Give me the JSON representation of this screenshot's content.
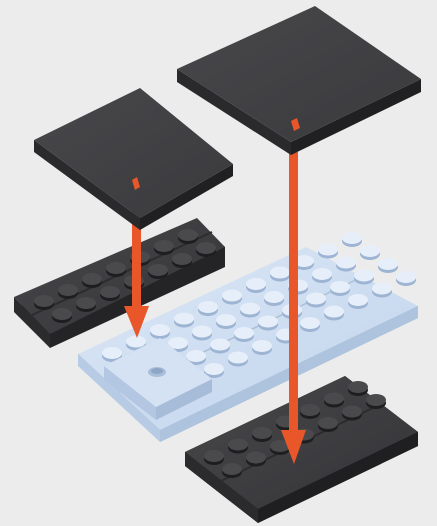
{
  "scene": {
    "background_color": "#ececec",
    "dark_plate_color": "#3b3b3e",
    "light_plate_color": "#c7d8ee",
    "tile_color": "#3d3d40",
    "arrow_color": "#e8562a",
    "marker_color": "#e8562a"
  },
  "parts": {
    "left_plate": "dark-brick-plate",
    "right_plate": "dark-brick-plate",
    "center_plate": "light-blue-brick-plate",
    "center_jumper": "jumper-plate",
    "small_tile": "dark-tile",
    "large_tile": "dark-tile"
  },
  "arrows": [
    {
      "from": "small_tile",
      "to": "center_plate"
    },
    {
      "from": "large_tile",
      "to": "right_plate"
    }
  ]
}
